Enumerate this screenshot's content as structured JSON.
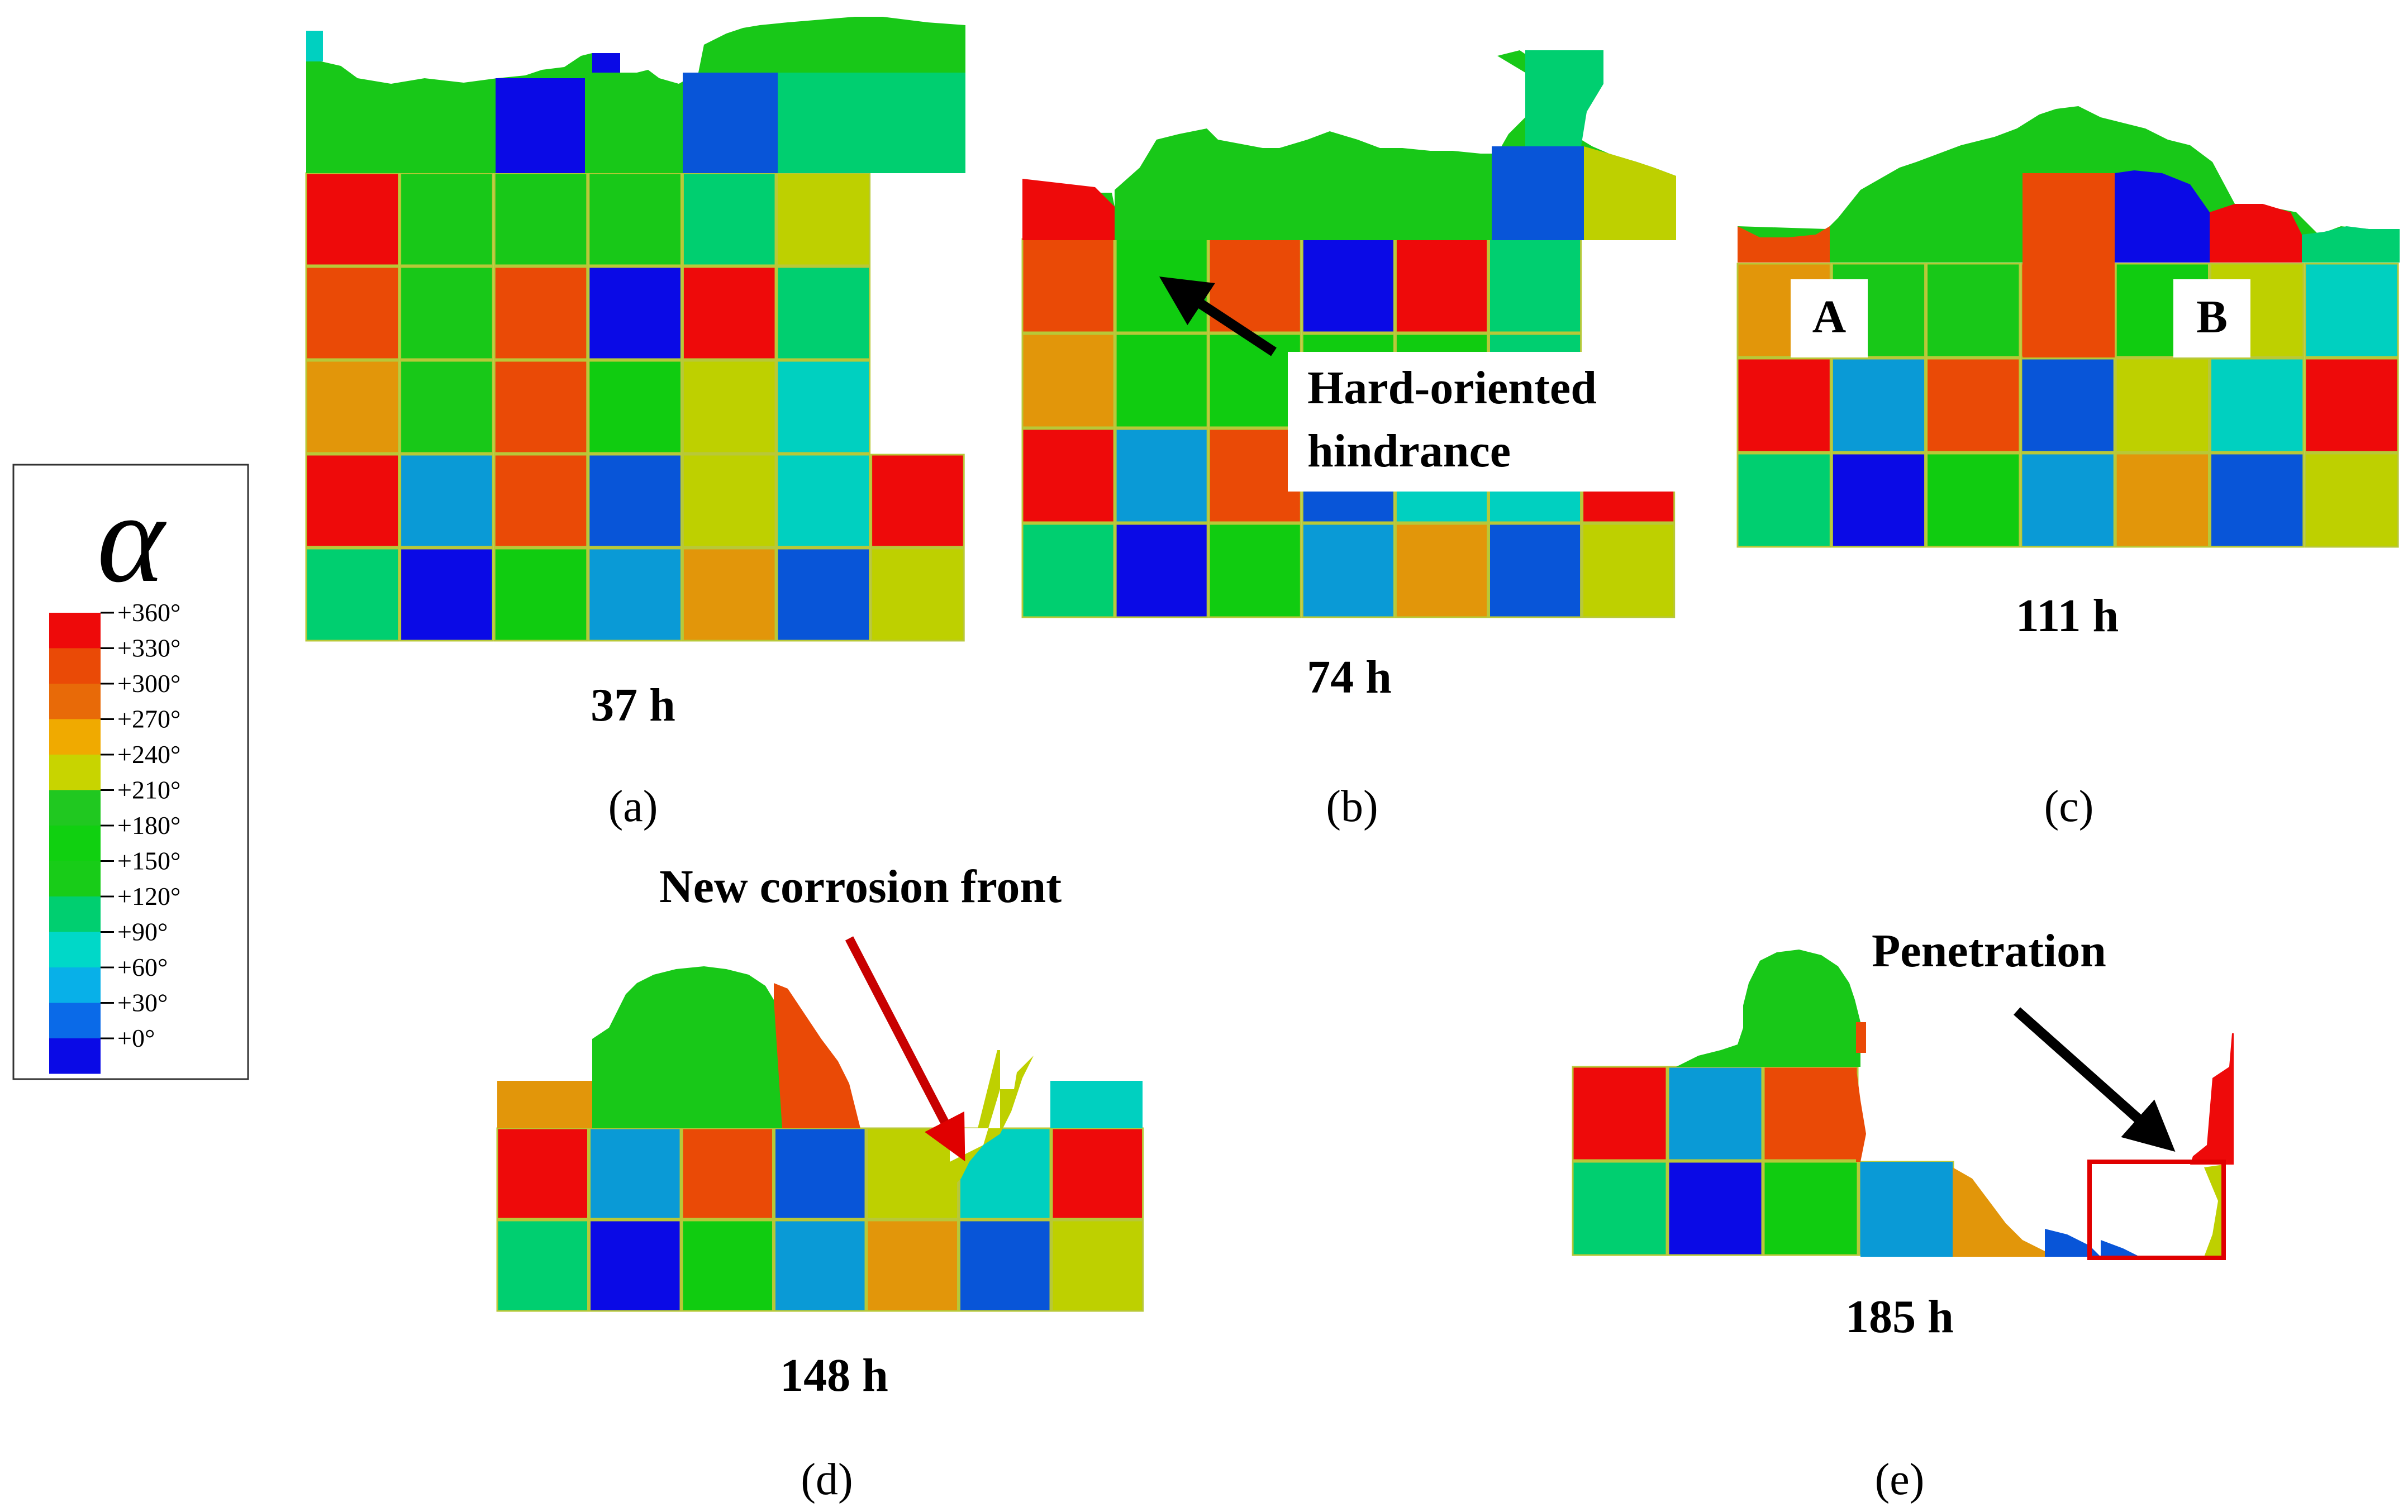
{
  "colors": {
    "0": "#0a0ae6",
    "30": "#0855d8",
    "60": "#0a9ad6",
    "90": "#00d0c0",
    "120": "#00cf70",
    "150": "#12d022",
    "180": "#10cc10",
    "210": "#18c818",
    "240": "#bed000",
    "270": "#e2960a",
    "300": "#ea4a06",
    "330": "#ea5010",
    "360": "#ee0a0a"
  },
  "legend": {
    "symbol": "α",
    "ticks": [
      "+360°",
      "+330°",
      "+300°",
      "+270°",
      "+240°",
      "+210°",
      "+180°",
      "+150°",
      "+120°",
      "+90°",
      "+60°",
      "+30°",
      "+0°"
    ],
    "swatches": [
      "#ee0a0a",
      "#ea4a06",
      "#e86a08",
      "#f0aa00",
      "#c8d400",
      "#20c820",
      "#10d010",
      "#18cc18",
      "#00cf70",
      "#00d8c8",
      "#08b0e8",
      "#0a6ae8",
      "#0a0ae6"
    ]
  },
  "panels": [
    {
      "id": "a",
      "time": "37 h",
      "label": "(a)",
      "rows": [
        [
          360,
          210,
          210,
          210,
          120,
          240
        ],
        [
          300,
          210,
          300,
          0,
          360,
          120
        ],
        [
          270,
          210,
          300,
          180,
          240,
          90
        ],
        [
          360,
          60,
          300,
          30,
          240,
          90,
          360
        ],
        [
          120,
          0,
          180,
          60,
          270,
          30,
          240
        ]
      ]
    },
    {
      "id": "b",
      "time": "74 h",
      "label": "(b)",
      "rows": [
        [
          300,
          180,
          300,
          0,
          360,
          120
        ],
        [
          270,
          180,
          180,
          180,
          180,
          120
        ],
        [
          360,
          60,
          300,
          30,
          90,
          90,
          360
        ],
        [
          120,
          0,
          180,
          60,
          270,
          30,
          240
        ]
      ]
    },
    {
      "id": "c",
      "time": "111 h",
      "label": "(c)",
      "rows": [
        [
          270,
          210,
          210,
          300,
          180,
          240,
          90
        ],
        [
          360,
          60,
          300,
          30,
          240,
          90,
          360
        ],
        [
          120,
          0,
          180,
          60,
          270,
          30,
          240
        ]
      ],
      "markers": [
        "A",
        "B"
      ]
    },
    {
      "id": "d",
      "time": "148 h",
      "label": "(d)",
      "rows": [
        [
          360,
          60,
          300,
          30,
          240,
          90,
          360
        ],
        [
          120,
          0,
          180,
          60,
          270,
          30,
          240
        ]
      ]
    },
    {
      "id": "e",
      "time": "185 h",
      "label": "(e)",
      "rows": [
        [
          360,
          60,
          300
        ],
        [
          120,
          0,
          180,
          60
        ]
      ]
    }
  ],
  "annotations": {
    "hard_oriented_line1": "Hard-oriented",
    "hard_oriented_line2": "hindrance",
    "new_corrosion_front": "New corrosion front",
    "penetration": "Penetration"
  }
}
